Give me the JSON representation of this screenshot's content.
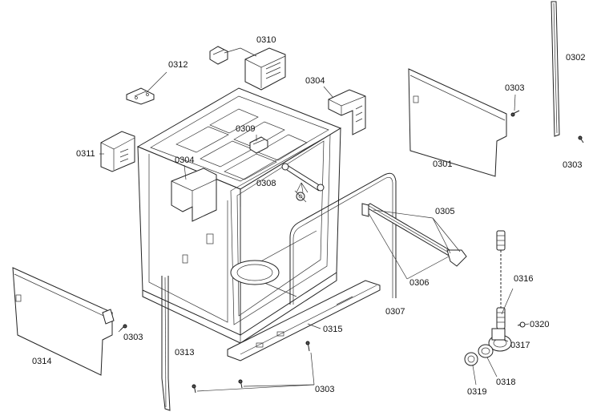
{
  "labels": {
    "p0302": "0302",
    "p0303_top": "0303",
    "p0303_right": "0303",
    "p0301": "0301",
    "p0310": "0310",
    "p0312": "0312",
    "p0304_top": "0304",
    "p0309": "0309",
    "p0311": "0311",
    "p0304_mid": "0304",
    "p0308": "0308",
    "p0305": "0305",
    "p0306": "0306",
    "p0316": "0316",
    "p0307": "0307",
    "p0320": "0320",
    "p0315": "0315",
    "p0317": "0317",
    "p0314": "0314",
    "p0303_left": "0303",
    "p0313": "0313",
    "p0318": "0318",
    "p0319": "0319",
    "p0303_bottom": "0303"
  }
}
